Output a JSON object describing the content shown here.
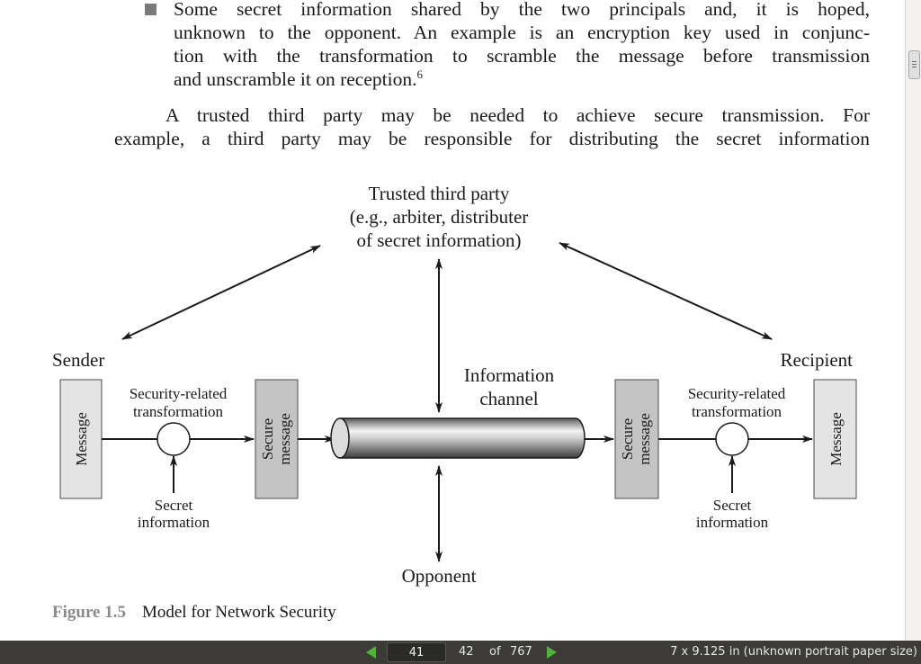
{
  "document": {
    "bullet_lines": [
      "Some secret information shared by the two principals and, it is hoped,",
      "unknown to the opponent. An example is an encryption key used in conjunc-",
      "tion with the transformation to scramble the message before transmission"
    ],
    "bullet_last_line": "and unscramble it on reception.",
    "footnote_ref": "6",
    "para_lines": [
      "A trusted third party may be needed to achieve secure transmission. For",
      "example, a third party may be responsible for distributing the secret information"
    ]
  },
  "figure": {
    "ttp": [
      "Trusted third party",
      "(e.g., arbiter, distributer",
      "of secret information)"
    ],
    "sender": "Sender",
    "recipient": "Recipient",
    "channel": [
      "Information",
      "channel"
    ],
    "opponent": "Opponent",
    "transform": [
      "Security-related",
      "transformation"
    ],
    "secret": [
      "Secret",
      "information"
    ],
    "message": "Message",
    "secure_message": [
      "Secure",
      "message"
    ],
    "caption_number": "Figure 1.5",
    "caption_title": "Model for Network Security"
  },
  "viewer": {
    "current_page": "41",
    "page_label": "42",
    "of_label": "of",
    "total_pages": "767",
    "paper_size": "7 x 9.125 in (unknown portrait paper size)"
  },
  "colors": {
    "box_light": "#e4e4e4",
    "box_dark": "#c4c4c4",
    "nav_arrow": "#4fb33a",
    "status_bg": "#3c3b37"
  }
}
